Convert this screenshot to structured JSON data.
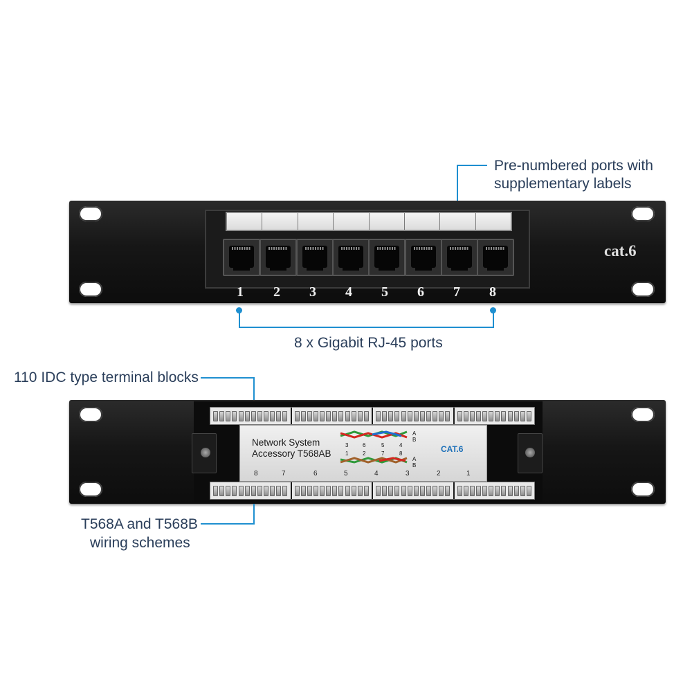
{
  "callouts": {
    "prenumbered_line1": "Pre-numbered ports with",
    "prenumbered_line2": "supplementary labels",
    "ports": "8 x Gigabit RJ-45 ports",
    "idc": "110 IDC type terminal blocks",
    "wiring_line1": "T568A and T568B",
    "wiring_line2": "wiring schemes"
  },
  "front_panel": {
    "cat_label": "cat.6",
    "port_numbers": [
      "1",
      "2",
      "3",
      "4",
      "5",
      "6",
      "7",
      "8"
    ]
  },
  "rear_panel": {
    "plate_line1": "Network System",
    "plate_line2": "Accessory T568AB",
    "cat_label": "CAT.6",
    "position_numbers": [
      "8",
      "7",
      "6",
      "5",
      "4",
      "3",
      "2",
      "1"
    ],
    "wiring_top_numbers": [
      "3",
      "6",
      "5",
      "4"
    ],
    "wiring_bottom_numbers": [
      "1",
      "2",
      "7",
      "8"
    ],
    "wiring_ab_top": [
      "A",
      "B"
    ],
    "wiring_ab_bottom": [
      "A",
      "B"
    ]
  },
  "colors": {
    "callout_line": "#1e8fd0",
    "callout_text": "#0f5a8c",
    "panel": "#151515"
  }
}
